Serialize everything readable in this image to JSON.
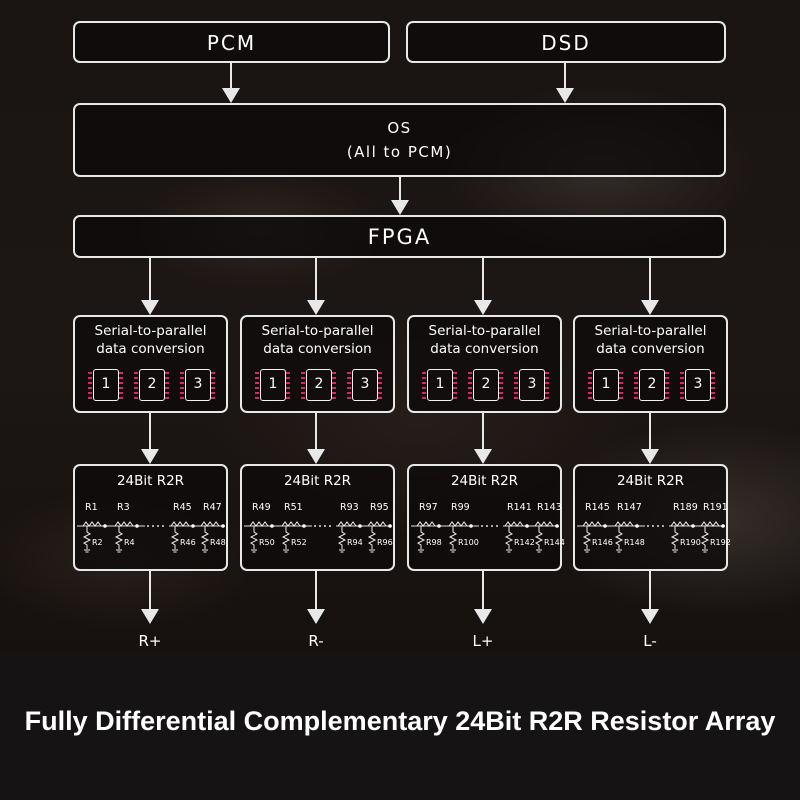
{
  "inputs": {
    "pcm": "PCM",
    "dsd": "DSD"
  },
  "os": {
    "line1": "OS",
    "line2": "(All to PCM)"
  },
  "fpga": "FPGA",
  "conversion": {
    "line1": "Serial-to-parallel",
    "line2": "data conversion",
    "chips": [
      "1",
      "2",
      "3"
    ]
  },
  "r2r": {
    "title": "24Bit R2R",
    "channels": [
      {
        "top": [
          "R1",
          "R3",
          "R45",
          "R47"
        ],
        "bottom": [
          "R2",
          "R4",
          "R46",
          "R48"
        ],
        "output": "R+"
      },
      {
        "top": [
          "R49",
          "R51",
          "R93",
          "R95"
        ],
        "bottom": [
          "R50",
          "R52",
          "R94",
          "R96"
        ],
        "output": "R-"
      },
      {
        "top": [
          "R97",
          "R99",
          "R141",
          "R143"
        ],
        "bottom": [
          "R98",
          "R100",
          "R142",
          "R144"
        ],
        "output": "L+"
      },
      {
        "top": [
          "R145",
          "R147",
          "R189",
          "R191"
        ],
        "bottom": [
          "R146",
          "R148",
          "R190",
          "R192"
        ],
        "output": "L-"
      }
    ]
  },
  "footer": "Fully Differential Complementary 24Bit R2R Resistor Array",
  "colors": {
    "pin_accent": "#e0245e",
    "stroke": "#e8e8e8"
  }
}
